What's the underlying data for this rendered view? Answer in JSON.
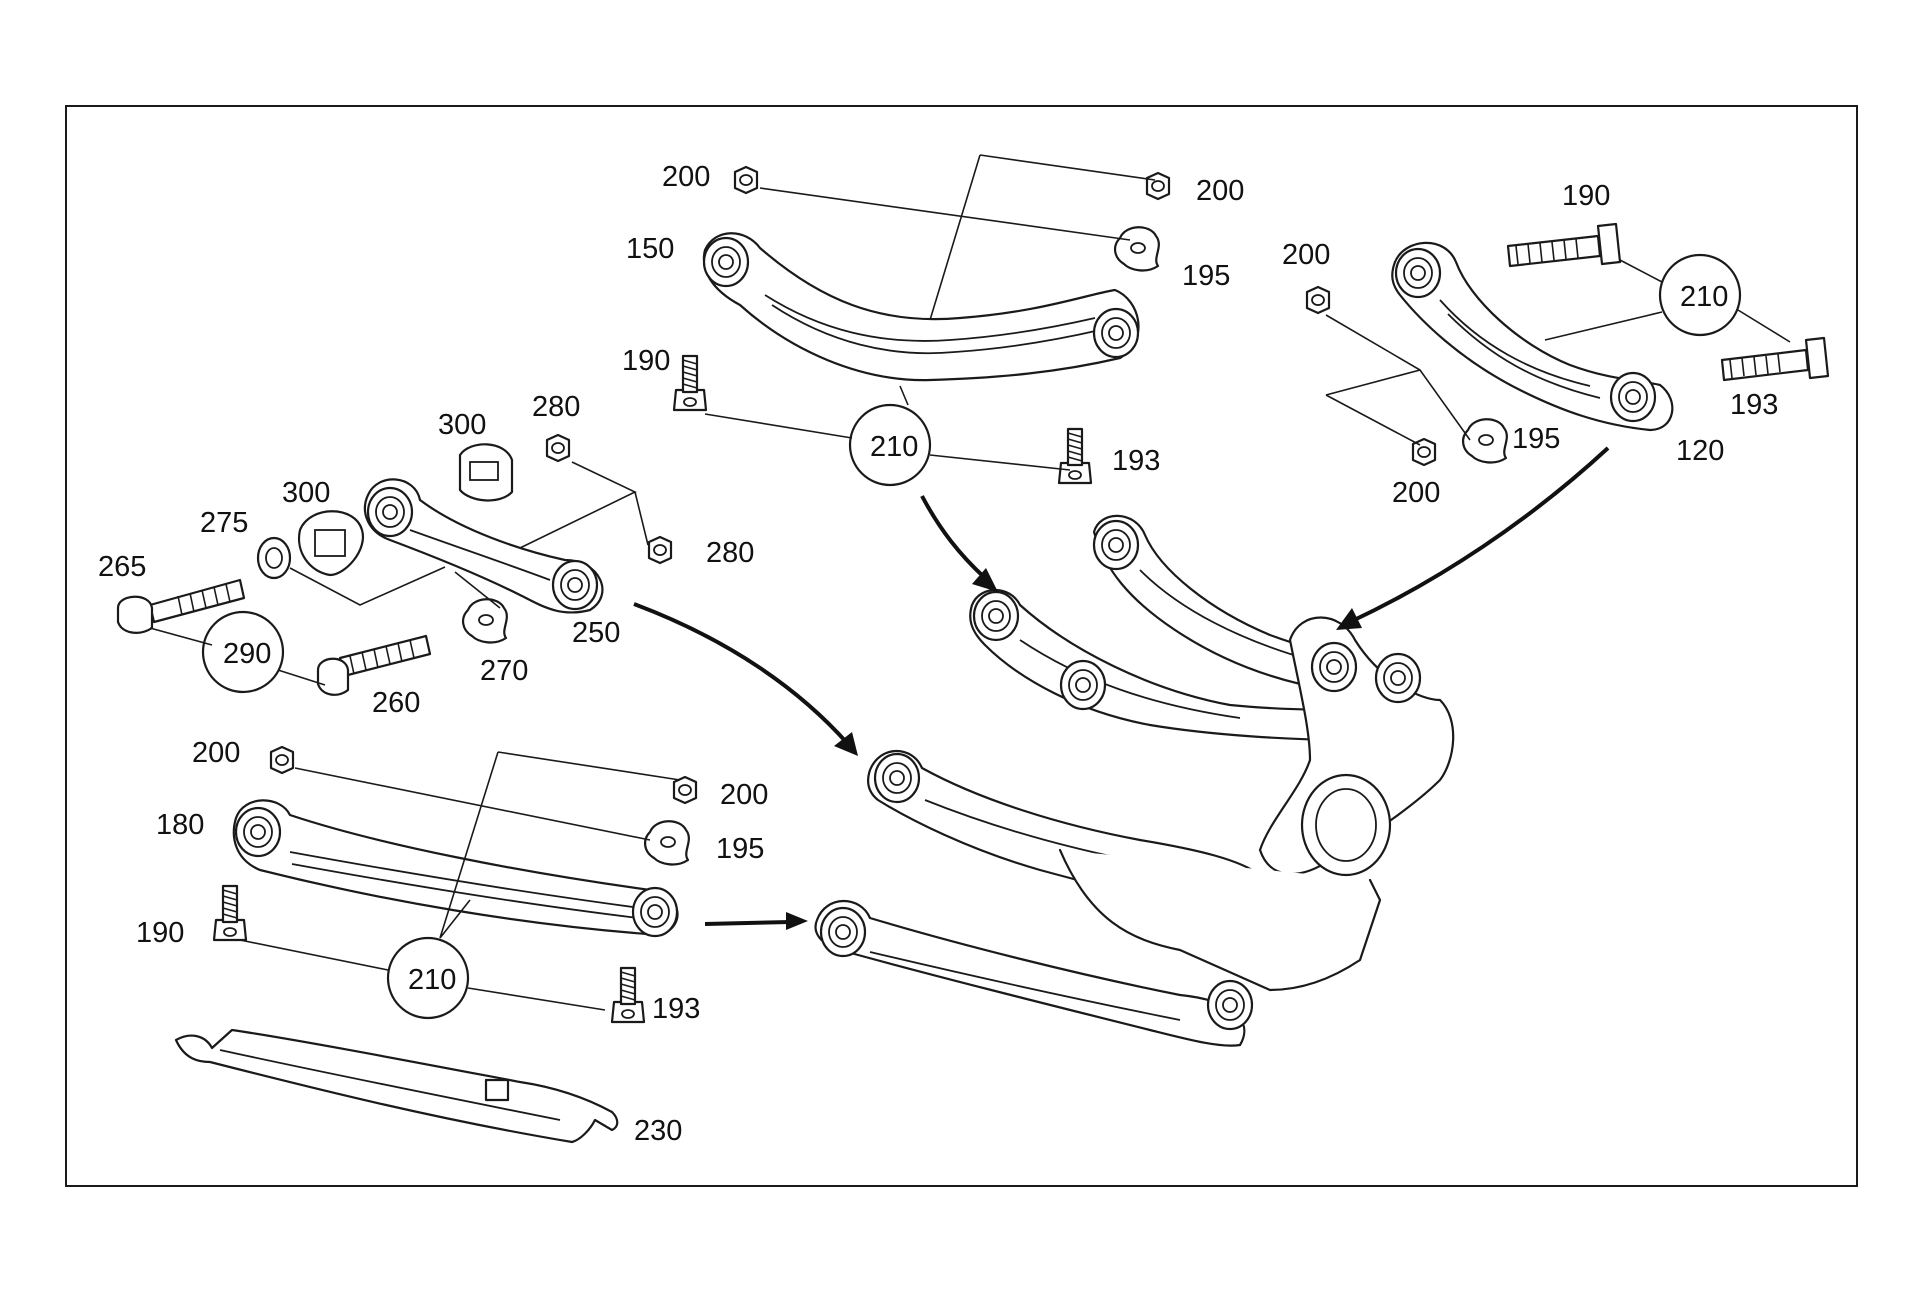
{
  "diagram": {
    "callouts": {
      "c_200_a": "200",
      "c_200_b": "200",
      "c_150": "150",
      "c_195_a": "195",
      "c_190_a": "190",
      "c_210_a": "210",
      "c_193_a": "193",
      "c_190_b": "190",
      "c_200_c": "200",
      "c_210_b": "210",
      "c_193_b": "193",
      "c_195_b": "195",
      "c_200_d": "200",
      "c_120": "120",
      "c_300_a": "300",
      "c_280_a": "280",
      "c_300_b": "300",
      "c_275": "275",
      "c_265": "265",
      "c_280_b": "280",
      "c_250": "250",
      "c_290": "290",
      "c_270": "270",
      "c_260": "260",
      "c_200_e": "200",
      "c_200_f": "200",
      "c_180": "180",
      "c_195_c": "195",
      "c_190_c": "190",
      "c_210_c": "210",
      "c_193_c": "193",
      "c_230": "230"
    }
  }
}
